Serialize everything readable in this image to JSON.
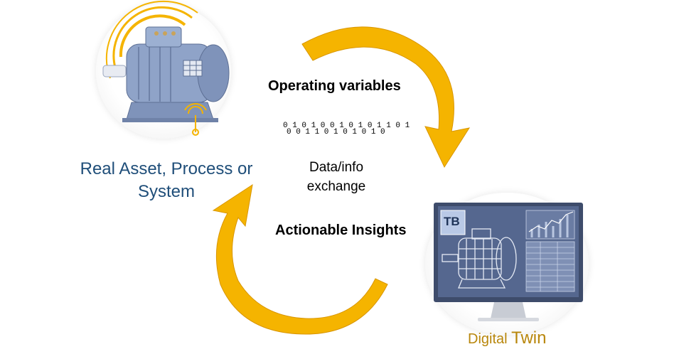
{
  "labels": {
    "real_asset": "Real Asset, Process or System",
    "operating_variables": "Operating variables",
    "actionable_insights": "Actionable Insights",
    "data_exchange": "Data/info exchange",
    "digital": "Digital",
    "twin": "Twin",
    "tb_badge": "TB"
  },
  "binary": {
    "top": "0 1 0 1 0 0 1 0 1 0 1 1 0 1",
    "bottom": "0 0 1 1 0 1 0 1 0 1 0"
  },
  "colors": {
    "arrow": "#f5b400",
    "arrow_dark": "#d99600",
    "motor": "#8fa3c8",
    "screen": "#4f6289",
    "real_label": "#1f4e79",
    "twin_label": "#b8860b"
  },
  "icons": [
    "motor-icon",
    "wireless-signal-icon",
    "monitor-icon",
    "wireframe-motor-icon",
    "line-chart-icon",
    "data-table-icon"
  ]
}
